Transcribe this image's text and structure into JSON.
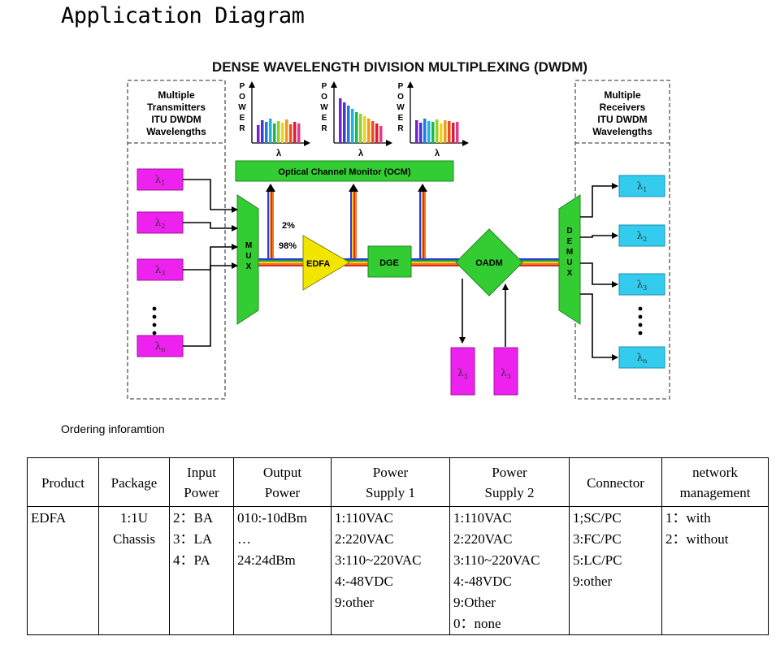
{
  "title": "Application Diagram",
  "diagram": {
    "title": "DENSE WAVELENGTH DIVISION MULTIPLEXING (DWDM)",
    "tx_box": [
      "Multiple",
      "Transmitters",
      "ITU DWDM",
      "Wavelengths"
    ],
    "rx_box": [
      "Multiple",
      "Receivers",
      "ITU DWDM",
      "Wavelengths"
    ],
    "power_axis_letters": [
      "P",
      "O",
      "W",
      "E",
      "R"
    ],
    "lambda_symbol": "λ",
    "ocm_label": "Optical Channel Monitor (OCM)",
    "tx_labels": [
      "λ1",
      "λ2",
      "λ3",
      "λn"
    ],
    "rx_labels": [
      "λ1",
      "λ2",
      "λ3",
      "λn"
    ],
    "drop_labels": [
      "λ3",
      "λ3"
    ],
    "mux_letters": [
      "M",
      "U",
      "X"
    ],
    "demux_letters": [
      "D",
      "E",
      "M",
      "U",
      "X"
    ],
    "split_top": "2%",
    "split_bottom": "98%",
    "edfa_label": "EDFA",
    "dge_label": "DGE",
    "oadm_label": "OADM",
    "colors": {
      "green": "#33cc33",
      "magenta": "#ee22ee",
      "cyan": "#33ccee",
      "edfa": "#f2e600"
    }
  },
  "ordering_caption": "Ordering inforamtion",
  "table": {
    "headers": [
      [
        "Product"
      ],
      [
        "Package"
      ],
      [
        "Input",
        "Power"
      ],
      [
        "Output",
        "Power"
      ],
      [
        "Power",
        "Supply 1"
      ],
      [
        "Power",
        "Supply 2"
      ],
      [
        "Connector"
      ],
      [
        "network",
        "management"
      ]
    ],
    "cells": [
      [
        "EDFA"
      ],
      [
        "1:1U",
        "Chassis"
      ],
      [
        "2：BA",
        "3：LA",
        "4：PA"
      ],
      [
        "010:-10dBm",
        "…",
        "24:24dBm"
      ],
      [
        "1:110VAC",
        "2:220VAC",
        "3:110~220VAC",
        "4:-48VDC",
        "9:other"
      ],
      [
        "1:110VAC",
        "2:220VAC",
        "3:110~220VAC",
        "4:-48VDC",
        "9:Other",
        "0：none"
      ],
      [
        "1;SC/PC",
        "3:FC/PC",
        "5:LC/PC",
        "9:other"
      ],
      [
        "1：with",
        "2：without"
      ]
    ]
  }
}
